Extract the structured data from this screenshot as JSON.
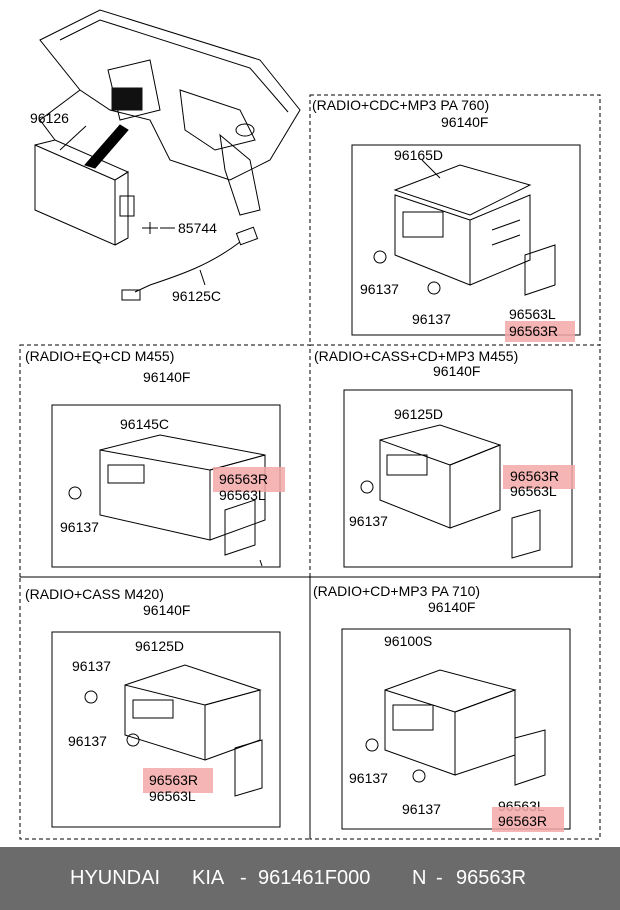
{
  "top": {
    "unit_label": "96126",
    "screw_label": "85744",
    "cable_label": "96125C"
  },
  "panels": [
    {
      "title": "(RADIO+CDC+MP3 PA 760)",
      "part": "96140F",
      "sub": "96165D",
      "knob1": "96137",
      "knob2": "96137",
      "bracket_l": "96563L",
      "bracket_r": "96563R"
    },
    {
      "title": "(RADIO+EQ+CD M455)",
      "part": "96140F",
      "sub": "96145C",
      "knob1": "96137",
      "bracket_r": "96563R",
      "bracket_l": "96563L"
    },
    {
      "title": "(RADIO+CASS+CD+MP3 M455)",
      "part": "96140F",
      "sub": "96125D",
      "knob1": "96137",
      "bracket_r": "96563R",
      "bracket_l": "96563L"
    },
    {
      "title": "(RADIO+CASS M420)",
      "part": "96140F",
      "sub": "96125D",
      "knob1": "96137",
      "knob2": "96137",
      "bracket_r": "96563R",
      "bracket_l": "96563L"
    },
    {
      "title": "(RADIO+CD+MP3 PA 710)",
      "part": "96140F",
      "sub": "96100S",
      "knob1": "96137",
      "knob2": "96137",
      "bracket_l": "96563L",
      "bracket_r": "96563R"
    }
  ],
  "footer": {
    "brand1": "HYUNDAI",
    "brand2": "KIA",
    "dash1": "-",
    "part_number": "961461F000",
    "n": "N",
    "dash2": "-",
    "ref": "96563R"
  },
  "colors": {
    "highlight": "#f4a8a8",
    "footer_bg": "#6b6b6b",
    "footer_text": "#ffffff"
  }
}
